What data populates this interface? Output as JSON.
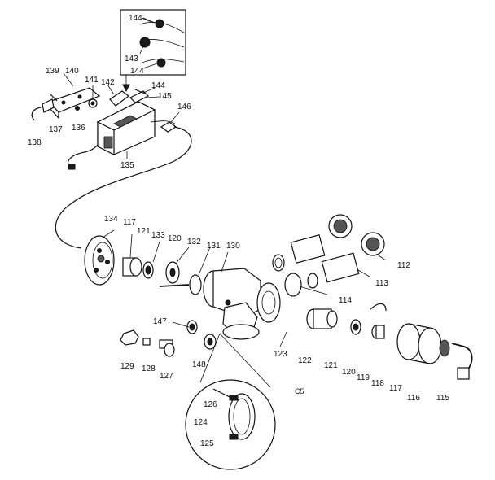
{
  "figure_code": "C5",
  "labels": {
    "p144a": "144",
    "p143": "143",
    "p144b": "144",
    "p139": "139",
    "p140": "140",
    "p141": "141",
    "p142": "142",
    "p144c": "144",
    "p145": "145",
    "p146": "146",
    "p137a": "137",
    "p136": "136",
    "p138": "138",
    "p135": "135",
    "p134": "134",
    "p117a": "117",
    "p121a": "121",
    "p133": "133",
    "p120a": "120",
    "p132": "132",
    "p131": "131",
    "p130": "130",
    "p112": "112",
    "p113": "113",
    "p114": "114",
    "p147": "147",
    "p123": "123",
    "p122": "122",
    "p121b": "121",
    "p120b": "120",
    "p119": "119",
    "p118": "118",
    "p117b": "117",
    "p116": "116",
    "p115": "115",
    "p129": "129",
    "p128": "128",
    "p127": "127",
    "p148": "148",
    "p126": "126",
    "p124": "124",
    "p125": "125"
  }
}
